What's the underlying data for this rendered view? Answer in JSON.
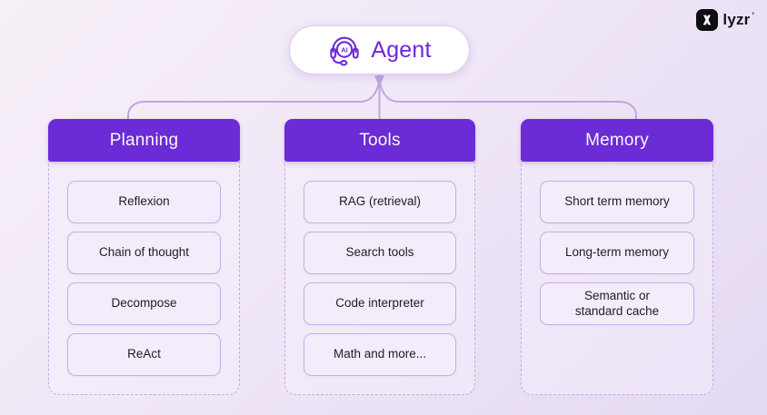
{
  "brand": {
    "wordmark": "lyzr",
    "tick": "’",
    "icon": "lyzr-x-mark"
  },
  "agent": {
    "label": "Agent",
    "icon": "ai-headset-icon"
  },
  "columns": [
    {
      "id": "planning",
      "title": "Planning",
      "items": [
        "Reflexion",
        "Chain of thought",
        "Decompose",
        "ReAct"
      ]
    },
    {
      "id": "tools",
      "title": "Tools",
      "items": [
        "RAG (retrieval)",
        "Search tools",
        "Code interpreter",
        "Math and more..."
      ]
    },
    {
      "id": "memory",
      "title": "Memory",
      "items": [
        "Short term memory",
        "Long-term memory",
        "Semantic or standard cache"
      ]
    }
  ],
  "colors": {
    "accent_purple": "#6B2BD6",
    "agent_text": "#6D28D9",
    "connector": "#BCA8DE",
    "item_border": "#C9AEE5",
    "panel_dash": "#C2ADE3",
    "background_start": "#F7EFF7",
    "background_end": "#E4D9F3",
    "logo_black": "#0D0D12"
  }
}
